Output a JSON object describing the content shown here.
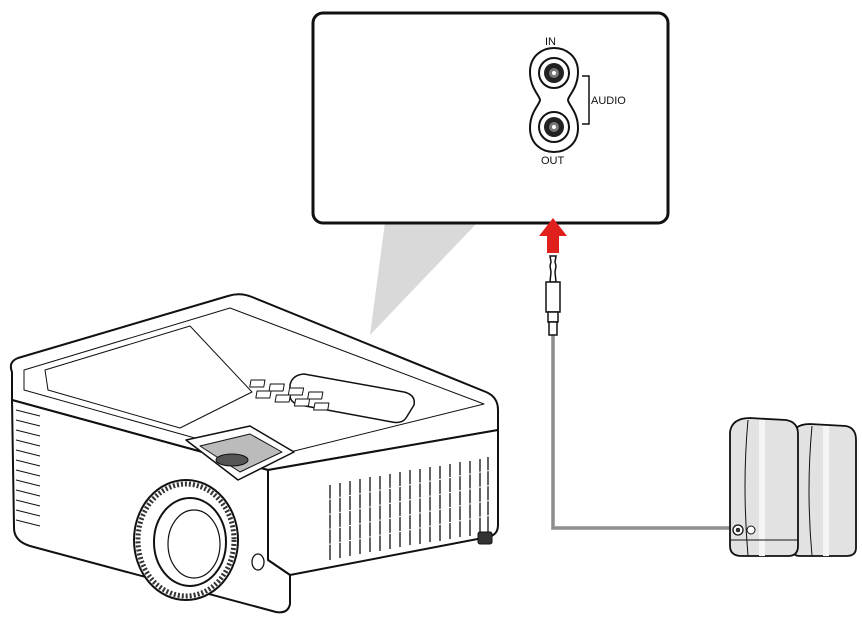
{
  "panel": {
    "in_label": "IN",
    "audio_label": "AUDIO",
    "out_label": "OUT"
  },
  "colors": {
    "arrow": "#e0201c",
    "cable": "#a8a8a8",
    "callout": "#d9d9d9",
    "outline": "#111111"
  },
  "icons": {
    "projector": "projector-icon",
    "speakers": "speakers-icon",
    "plug": "audio-jack-plug-icon",
    "arrow": "arrow-up-icon"
  }
}
